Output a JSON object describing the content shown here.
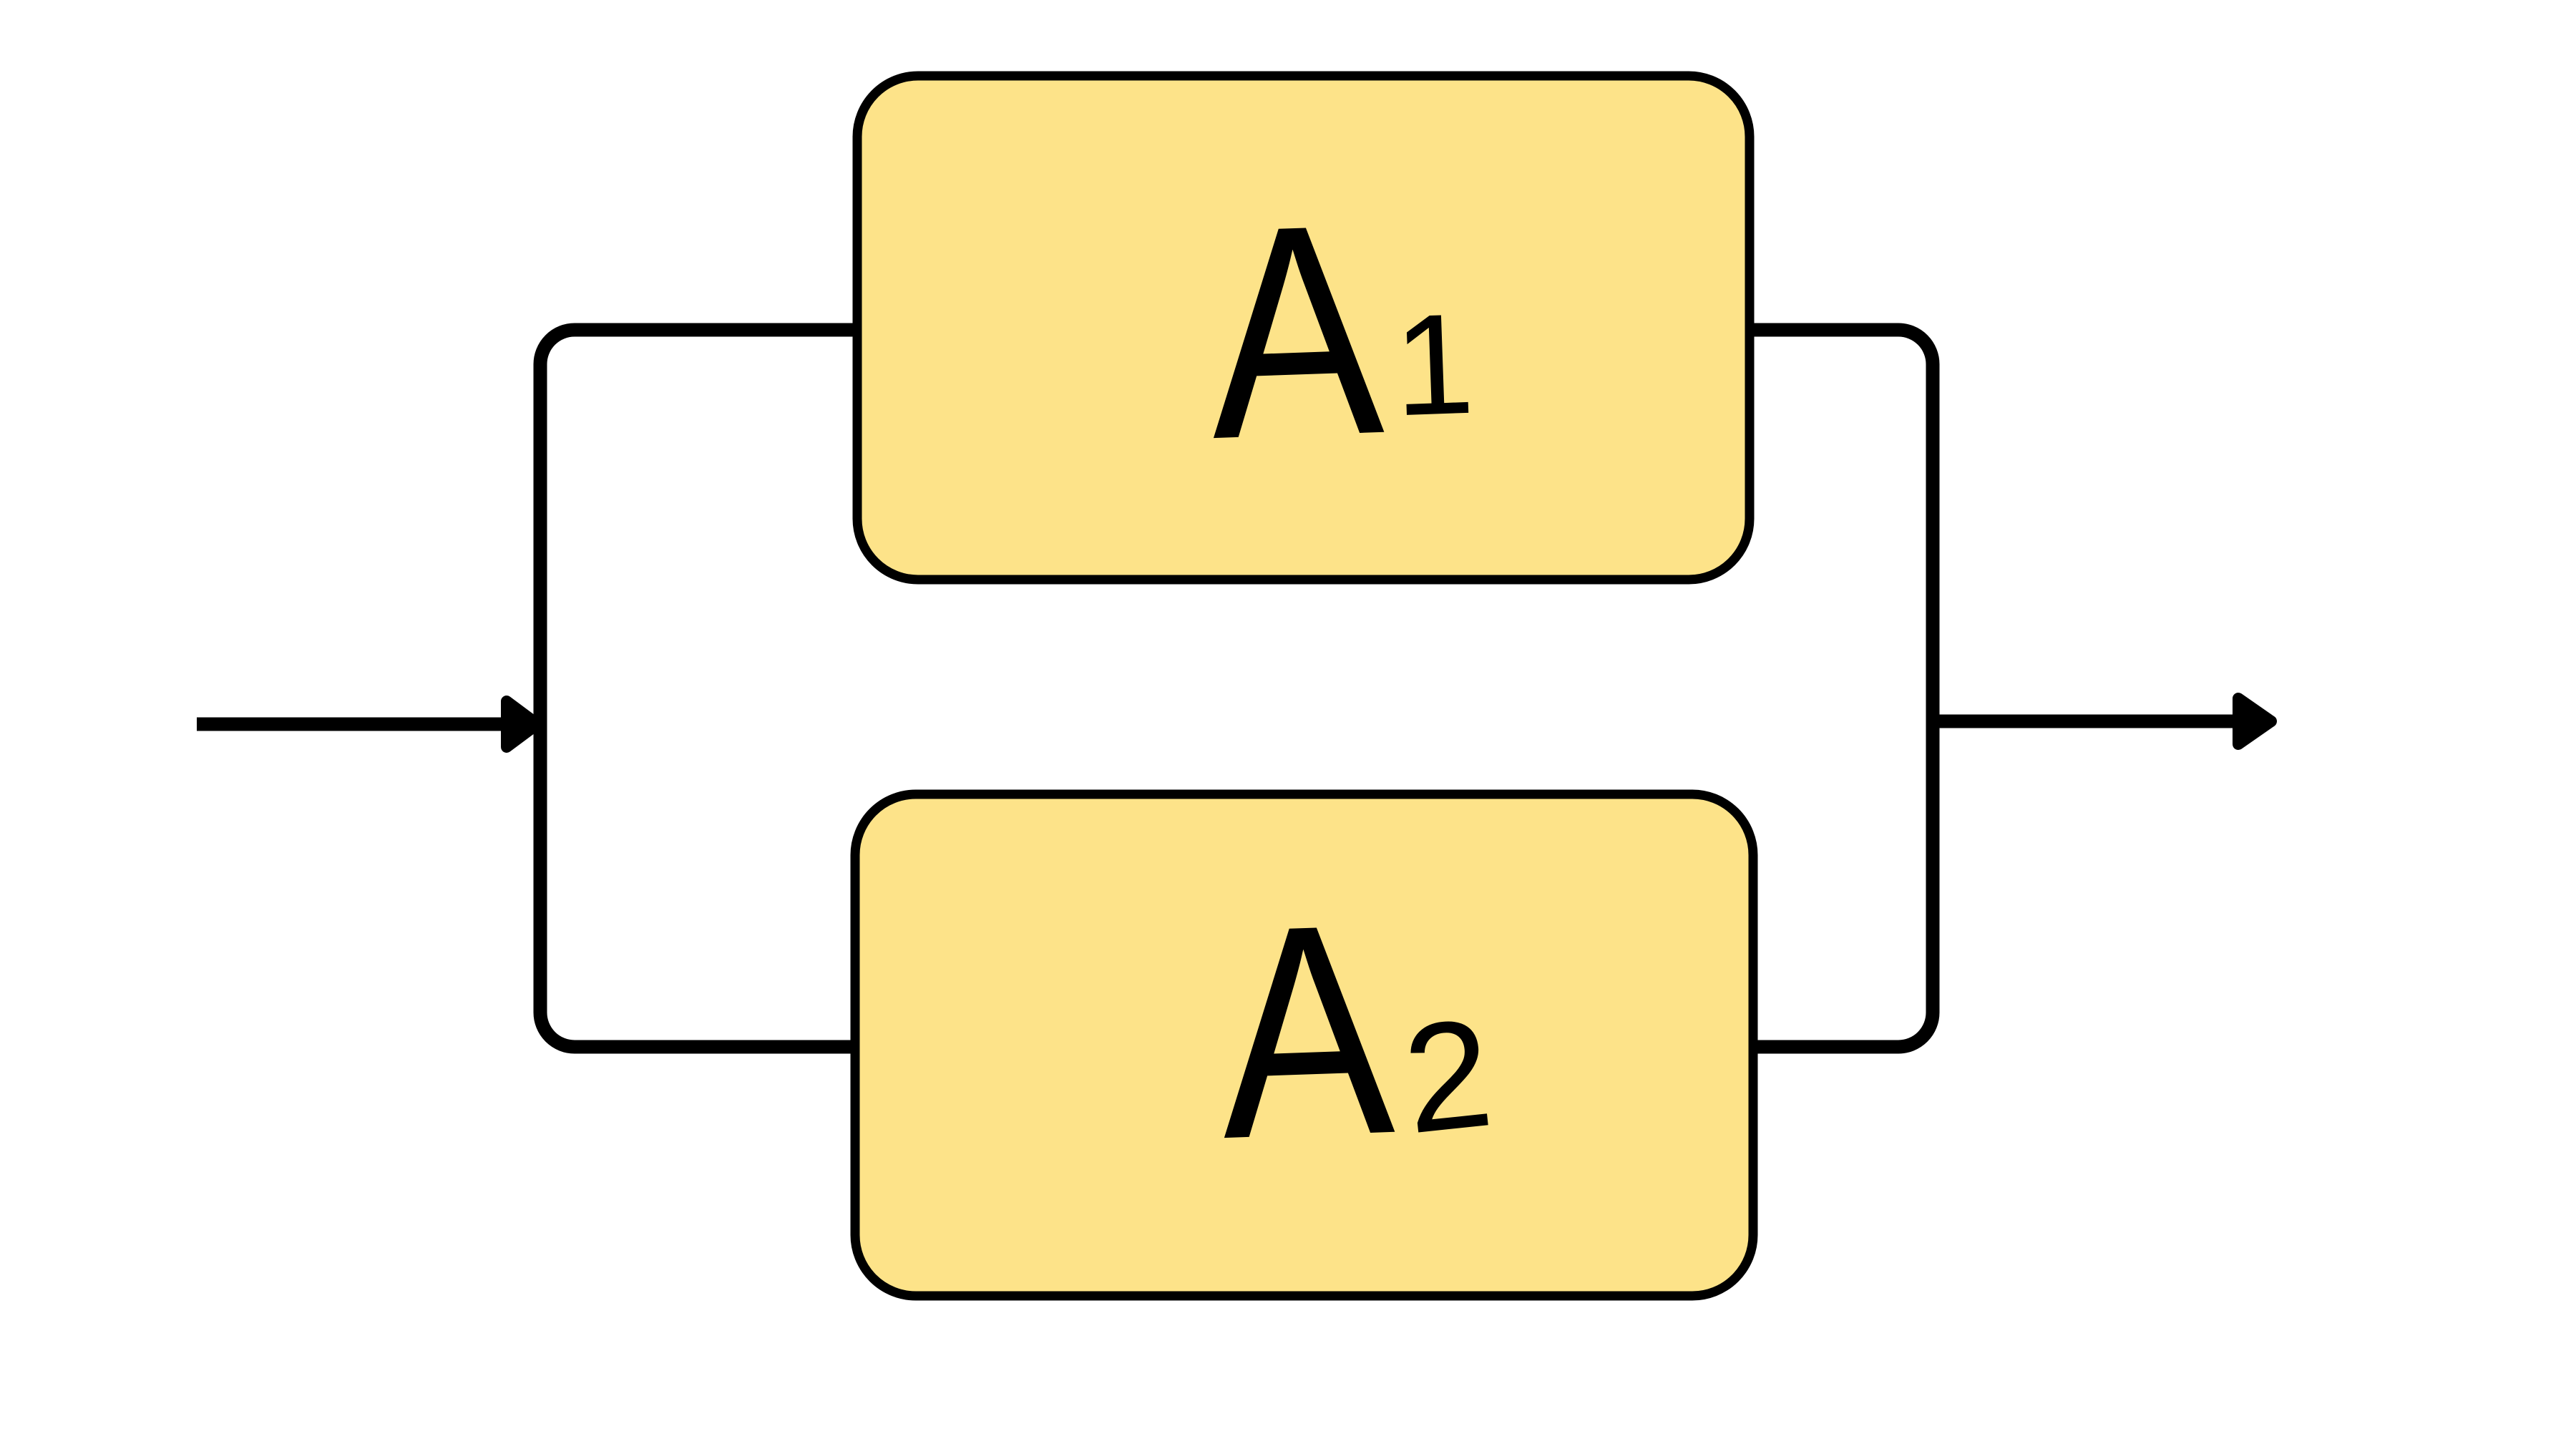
{
  "diagram": {
    "colors": {
      "background": "#ffffff",
      "stroke": "#000000",
      "box_fill": "#fde389"
    },
    "boxes": [
      {
        "name": "A1",
        "label_main": "A",
        "label_sub": "1"
      },
      {
        "name": "A2",
        "label_main": "A",
        "label_sub": "2"
      }
    ],
    "icons": {
      "input": "arrow-right-icon",
      "output": "arrow-right-icon"
    }
  }
}
